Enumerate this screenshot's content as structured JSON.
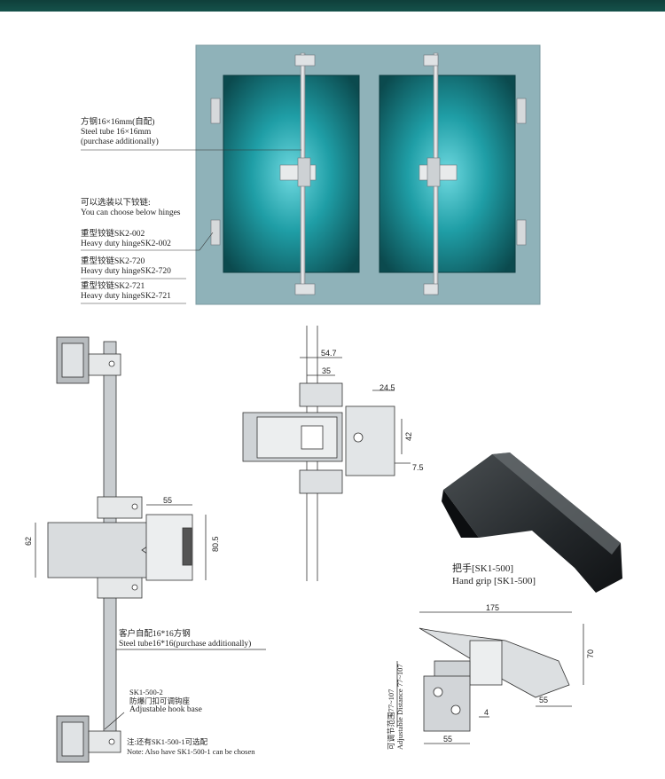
{
  "cabinet_callouts": {
    "steel_tube_cn": "方钢16×16mm(自配)",
    "steel_tube_en": "Steel tube  16×16mm",
    "steel_tube_note": "(purchase additionally)",
    "hinge_choice_cn": "可以选装以下铰链:",
    "hinge_choice_en": "You can choose below hinges",
    "hinge1_cn": "重型铰链SK2-002",
    "hinge1_en": "Heavy duty hingeSK2-002",
    "hinge2_cn": "重型铰链SK2-720",
    "hinge2_en": "Heavy duty hingeSK2-720",
    "hinge3_cn": "重型铰链SK2-721",
    "hinge3_en": "Heavy duty hingeSK2-721"
  },
  "left_drawing": {
    "dim_62": "62",
    "dim_55": "55",
    "dim_80_5": "80.5",
    "tube_cn": "客户自配16*16方钢",
    "tube_en": "Steel tube16*16(purchase additionally)",
    "hook_code": "SK1-500-2",
    "hook_cn": "防爆门扣可调钩座",
    "hook_en": "Adjustable hook base",
    "note_cn": "注:还有SK1-500-1可选配",
    "note_en": "Note: Also have SK1-500-1 can be chosen"
  },
  "center_drawing": {
    "dim_54_7": "54.7",
    "dim_35": "35",
    "dim_24_5": "24.5",
    "dim_42": "42",
    "dim_7_5": "7.5"
  },
  "hand_grip": {
    "label_cn": "把手[SK1-500]",
    "label_en": "Hand grip [SK1-500]"
  },
  "right_drawing": {
    "dim_175": "175",
    "dim_70": "70",
    "dim_55_a": "55",
    "dim_4": "4",
    "dim_55_b": "55",
    "adjust_cn": "可调节范围77~107",
    "adjust_en": "Adjustable Distance 77~107"
  }
}
